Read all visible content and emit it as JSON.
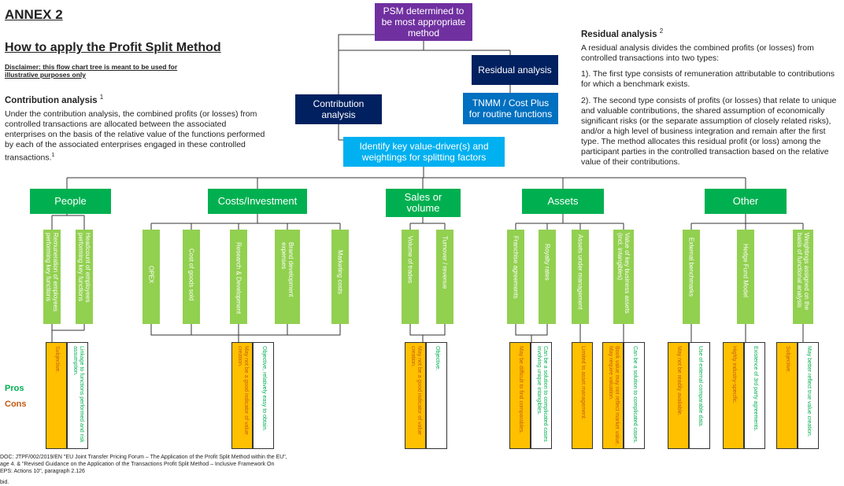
{
  "annex_title": "ANNEX 2",
  "how_title": "How to apply the Profit Split Method",
  "disclaimer": "Disclaimer: this flow chart tree is meant to be used for illustrative purposes only",
  "contribution": {
    "heading": "Contribution analysis",
    "sup": "1",
    "body": "Under the contribution analysis, the combined profits (or losses) from controlled transactions are allocated between the associated enterprises on the basis of the relative value of the functions performed by each of the associated enterprises engaged in these controlled transactions.",
    "body_sup": "1"
  },
  "residual": {
    "heading": "Residual analysis",
    "sup": "2",
    "p1": "A residual analysis divides the combined profits (or losses) from controlled transactions into two types:",
    "p2": "1). The first type consists of remuneration attributable to contributions for which a benchmark exists.",
    "p3": "2). The second type consists of profits (or losses) that relate to unique and valuable contributions, the shared assumption of economically significant risks (or the separate assumption of closely related risks), and/or a high level of business integration and remain after the first type. The method allocates this residual profit (or loss) among the participant parties in the controlled transaction based on the relative value of their contributions."
  },
  "flow": {
    "psm": "PSM determined to be most appropriate method",
    "residual": "Residual analysis",
    "contribution": "Contribution analysis",
    "tnmm": "TNMM / Cost Plus for routine functions",
    "identify": "Identify key value-driver(s) and weightings for splitting factors"
  },
  "categories": [
    "People",
    "Costs/Investment",
    "Sales or volume",
    "Assets",
    "Other"
  ],
  "drivers": [
    "Remuneration of employees performing key functions",
    "Headcount of employees performing key functions",
    "OPEX",
    "Cost of goods sold",
    "Research & Development",
    "Brand development expenses",
    "Marketing costs",
    "Volume of trades",
    "Turnover / revenue",
    "Franchise agreements",
    "Royalty rates",
    "Assets under management",
    "Value of key business assets (incl. intangibles)",
    "External benchmarks",
    "Hedge Fund Model",
    "Weightings assigned on the basis of functional analysis"
  ],
  "pros_cons": [
    {
      "cons": "Subjective.",
      "pros": "Linkage to functions performed and risk assumption."
    },
    {
      "cons": "May not be a good indicator of value creation.",
      "pros": "Objective, relatively easy to obtain."
    },
    {
      "cons": "May not be a good indicator of value creation.",
      "pros": "Objective."
    },
    {
      "cons": "May be difficult to find comparables.",
      "pros": "Can be a solution to complicated cases involving unique intangibles."
    },
    {
      "cons": "Limited to asset management.",
      "pros": ""
    },
    {
      "cons": "Book value may not reflect market value. May require valuation.",
      "pros": "Can be a solution to complicated cases."
    },
    {
      "cons": "May not be readily available.",
      "pros": "Use of external comparable data."
    },
    {
      "cons": "Highly industry-specific.",
      "pros": "Existence of 3rd party agreements."
    },
    {
      "cons": "Subjective.",
      "pros": "May better reflect true value creation."
    }
  ],
  "legend": {
    "pros": "Pros",
    "cons": "Cons"
  },
  "footnotes": {
    "f1": "DOC: JTPF/002/2019/EN \"EU Joint Transfer Pricing Forum – The Application of the Profit Split Method within the EU\",",
    "f2": "age 4. & \"Revised Guidance on the Application of the Transactions Profit Split Method – Inclusive Framework On",
    "f3": "EPS: Actions 10\", paragraph 2.126",
    "f4": "bid."
  },
  "colors": {
    "purple": "#7030a0",
    "navy": "#002060",
    "blue": "#0070c0",
    "cyan": "#00b0f0",
    "green": "#00b050",
    "light_green": "#92d050",
    "cons_fill": "#ffc000"
  }
}
